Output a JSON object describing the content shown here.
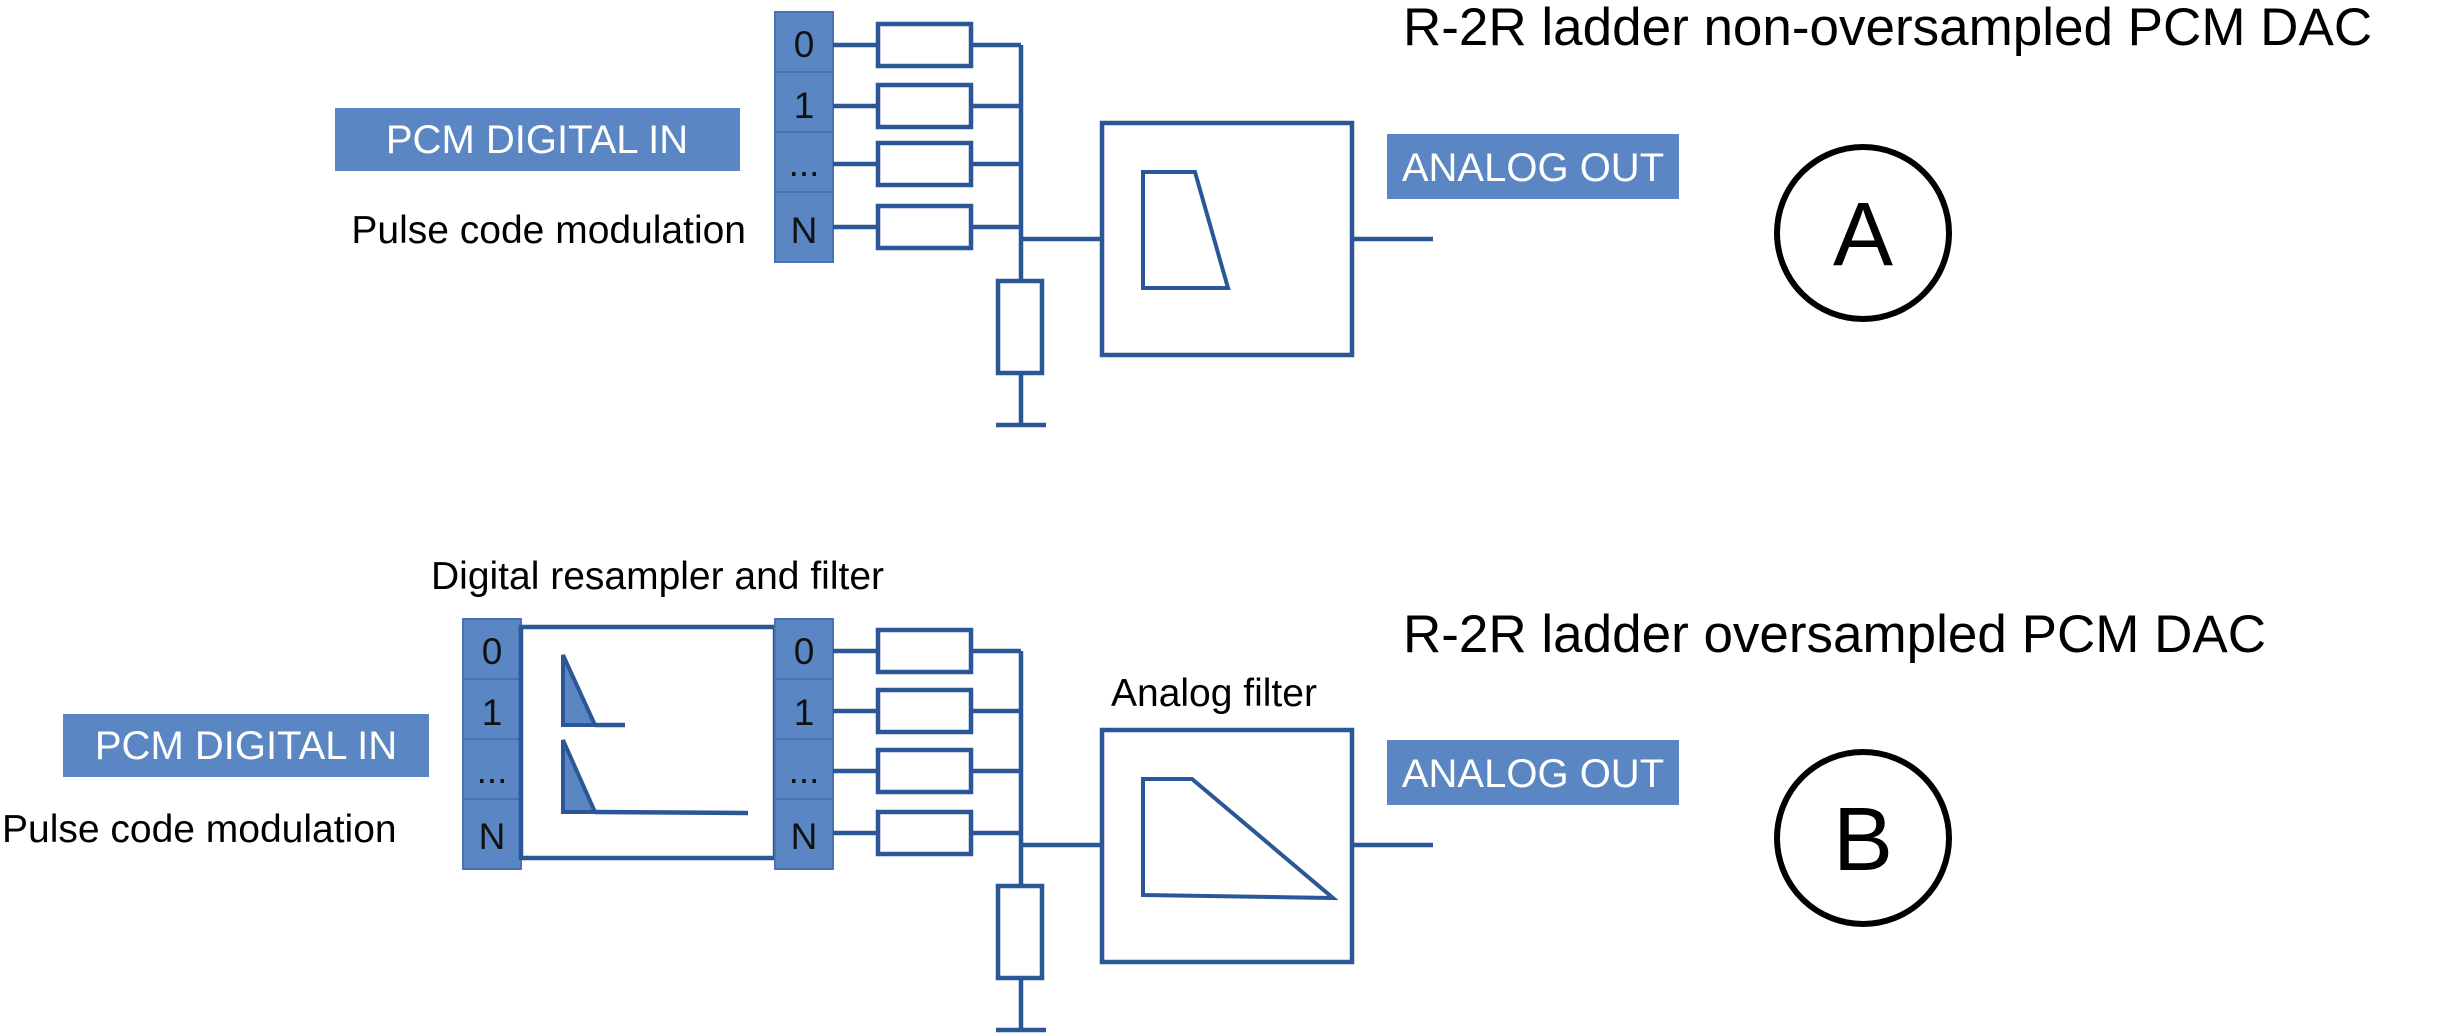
{
  "diagram_a": {
    "title": "R-2R ladder non-oversampled PCM DAC",
    "input_label": "PCM DIGITAL IN",
    "input_caption": "Pulse code modulation",
    "bits": [
      "0",
      "1",
      "...",
      "N"
    ],
    "output_label": "ANALOG OUT",
    "marker": "A"
  },
  "diagram_b": {
    "title": "R-2R ladder oversampled PCM DAC",
    "input_label": "PCM DIGITAL IN",
    "input_caption": "Pulse code modulation",
    "resampler_caption": "Digital resampler and filter",
    "bits_in": [
      "0",
      "1",
      "...",
      "N"
    ],
    "bits_out": [
      "0",
      "1",
      "...",
      "N"
    ],
    "filter_caption": "Analog filter",
    "output_label": "ANALOG OUT",
    "marker": "B"
  },
  "colors": {
    "wire": "#2b5797",
    "cell_fill": "#5b86c4",
    "banner_text": "#ffffff"
  }
}
